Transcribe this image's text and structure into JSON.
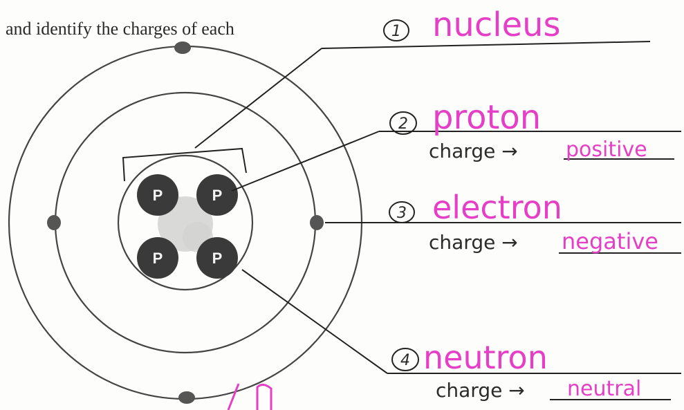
{
  "instruction_text": "and identify the charges of each",
  "labels": [
    {
      "number": "1",
      "name": "nucleus"
    },
    {
      "number": "2",
      "name": "proton",
      "charge_prefix": "charge →",
      "charge": "positive"
    },
    {
      "number": "3",
      "name": "electron",
      "charge_prefix": "charge →",
      "charge": "negative"
    },
    {
      "number": "4",
      "name": "neutron",
      "charge_prefix": "charge →",
      "charge": "neutral"
    }
  ],
  "particle_symbol": "P",
  "colors": {
    "handwriting": "#e63fc7",
    "ink": "#222222",
    "particle": "#3a3a3a"
  }
}
